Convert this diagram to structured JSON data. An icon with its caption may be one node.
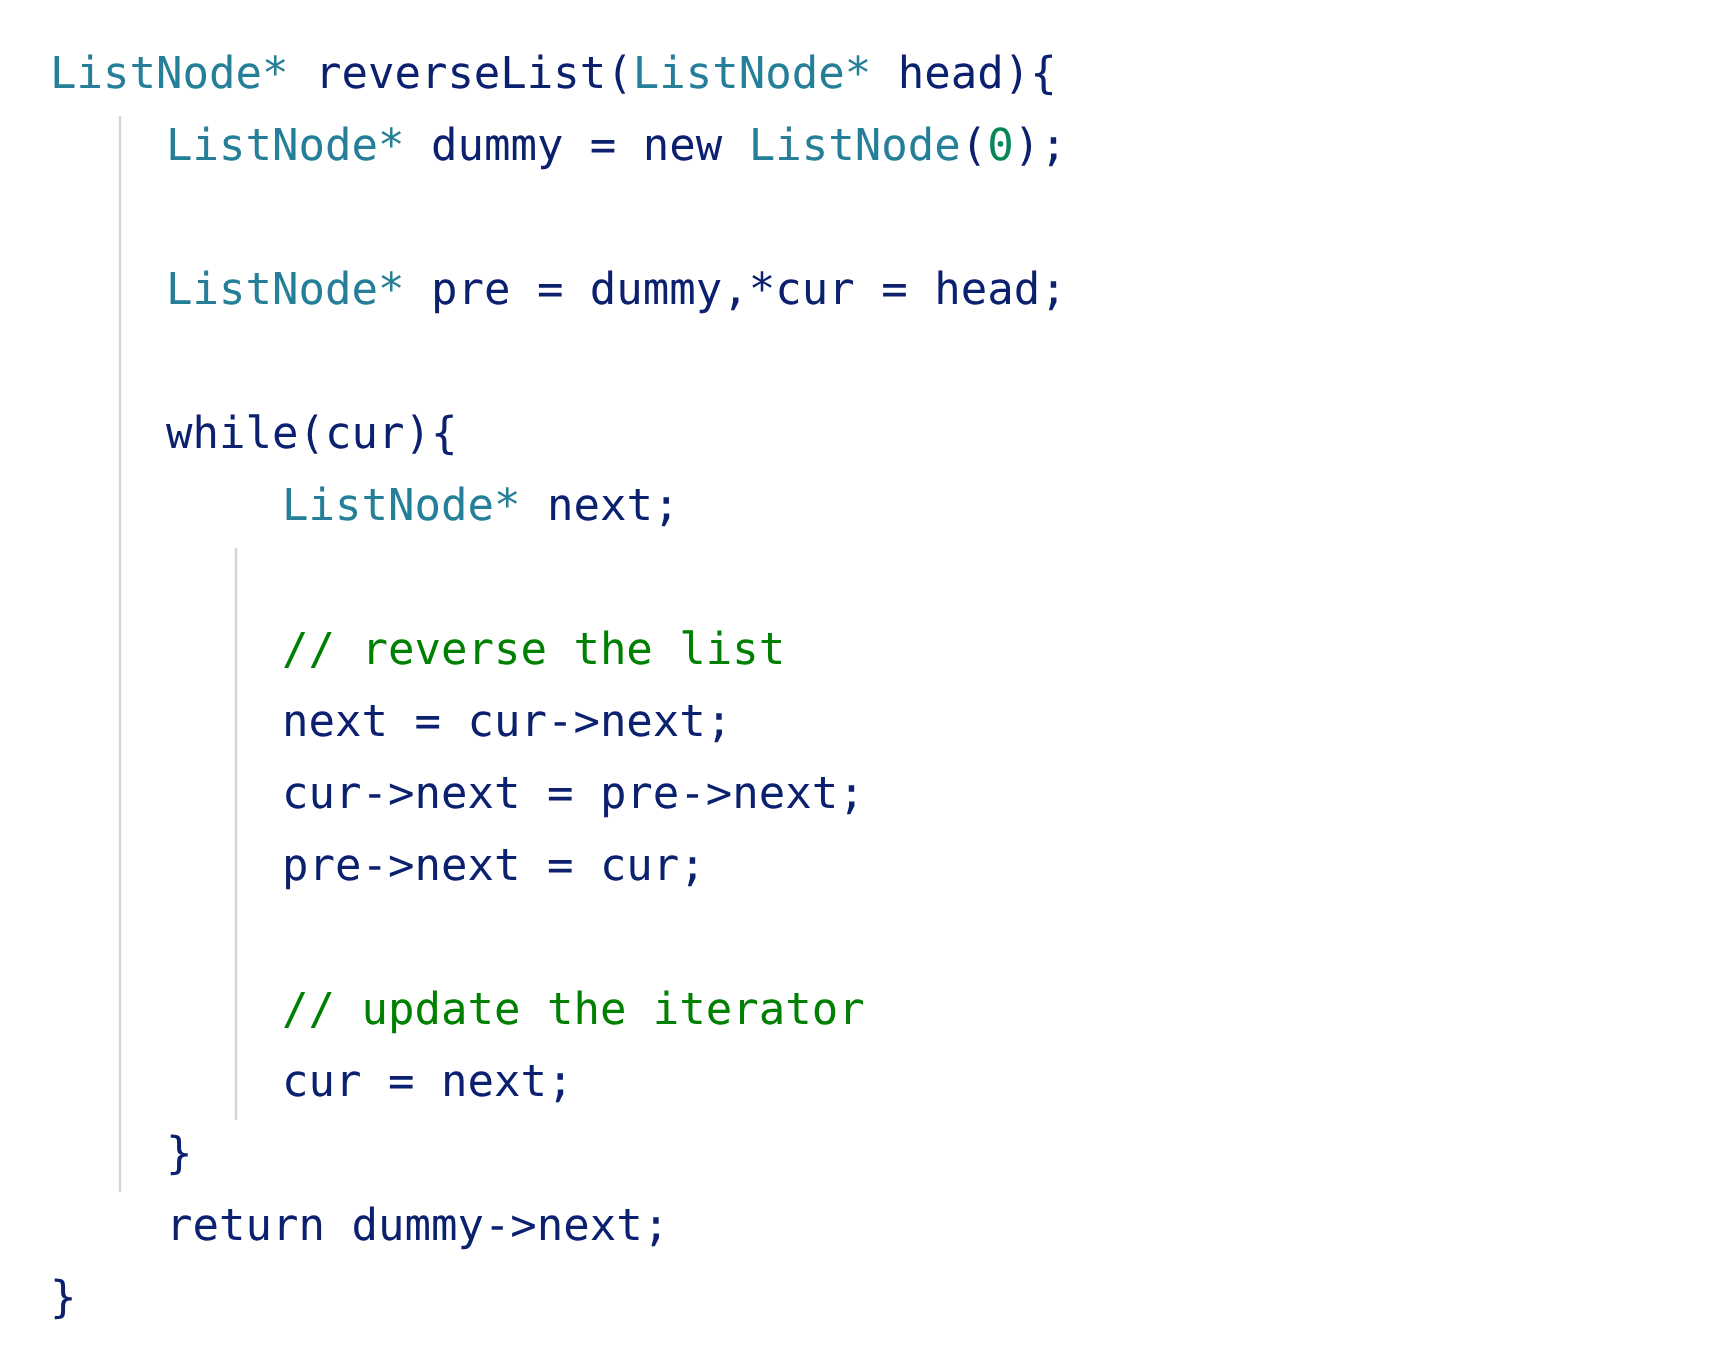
{
  "diagram": {
    "labels": [
      "ListNode* reverseList(ListNode* head){",
      "ListNode* dummy = new ListNode(0);",
      "ListNode* pre = dummy,*cur = head;",
      "while(cur){",
      "ListNode* next;",
      "// reverse the list",
      "next = cur->next;",
      "cur->next = pre->next;",
      "pre->next = cur;",
      "// update the iterator",
      "cur = next;",
      "}",
      "return dummy->next;",
      "}"
    ]
  }
}
